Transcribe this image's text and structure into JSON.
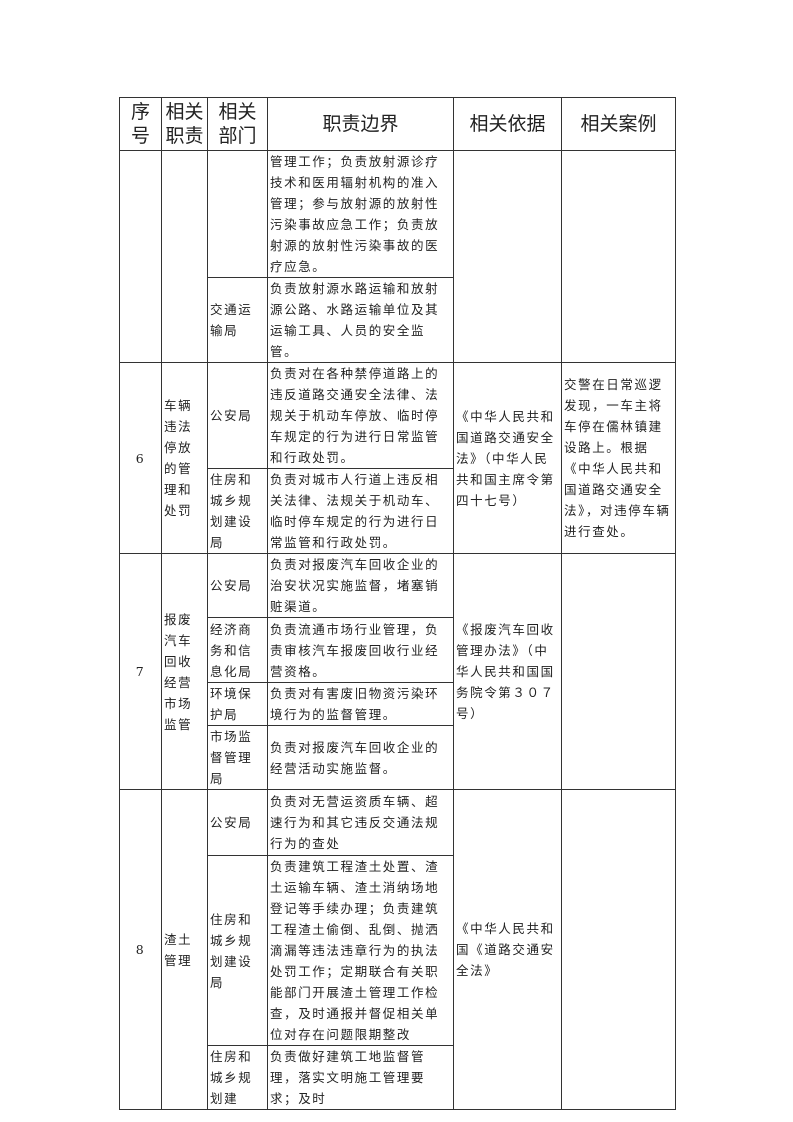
{
  "header": {
    "no": "序号",
    "duty": "相关职责",
    "dept": "相关部门",
    "boundary": "职责边界",
    "basis": "相关依据",
    "case": "相关案例"
  },
  "rows": [
    {
      "no": "",
      "duty": "",
      "basis": "",
      "case": "",
      "subs": [
        {
          "dept": "",
          "boundary": "管理工作；负责放射源诊疗技术和医用辐射机构的准入管理；参与放射源的放射性污染事故应急工作；负责放射源的放射性污染事故的医疗应急。"
        },
        {
          "dept": "交通运输局",
          "boundary": "负责放射源水路运输和放射源公路、水路运输单位及其运输工具、人员的安全监管。"
        }
      ]
    },
    {
      "no": "6",
      "duty": "车辆违法停放的管理和处罚",
      "basis": "《中华人民共和国道路交通安全法》（中华人民共和国主席令第四十七号）",
      "case": "交警在日常巡逻发现，一车主将车停在儒林镇建设路上。根据《中华人民共和国道路交通安全法》，对违停车辆进行查处。",
      "subs": [
        {
          "dept": "公安局",
          "boundary": "负责对在各种禁停道路上的违反道路交通安全法律、法规关于机动车停放、临时停车规定的行为进行日常监管和行政处罚。"
        },
        {
          "dept": "住房和城乡规划建设局",
          "boundary": "负责对城市人行道上违反相关法律、法规关于机动车、临时停车规定的行为进行日常监管和行政处罚。"
        }
      ]
    },
    {
      "no": "7",
      "duty": "报废汽车回收经营市场监管",
      "basis": "《报废汽车回收管理办法》（中华人民共和国国务院令第３０７号）",
      "case": "",
      "subs": [
        {
          "dept": "公安局",
          "boundary": "负责对报废汽车回收企业的治安状况实施监督，堵塞销赃渠道。"
        },
        {
          "dept": "经济商务和信息化局",
          "boundary": "负责流通市场行业管理，负责审核汽车报废回收行业经营资格。"
        },
        {
          "dept": "环境保护局",
          "boundary": "负责对有害废旧物资污染环境行为的监督管理。"
        },
        {
          "dept": "市场监督管理局",
          "boundary": "负责对报废汽车回收企业的经营活动实施监督。"
        }
      ]
    },
    {
      "no": "8",
      "duty": "渣土管理",
      "basis": "《中华人民共和国《道路交通安全法》",
      "case": "",
      "subs": [
        {
          "dept": "公安局",
          "boundary": "负责对无营运资质车辆、超速行为和其它违反交通法规行为的查处"
        },
        {
          "dept": "住房和城乡规划建设局",
          "boundary": "负责建筑工程渣土处置、渣土运输车辆、渣土消纳场地登记等手续办理；负责建筑工程渣土偷倒、乱倒、抛洒滴漏等违法违章行为的执法处罚工作；定期联合有关职能部门开展渣土管理工作检查，及时通报并督促相关单位对存在问题限期整改"
        },
        {
          "dept": "住房和城乡规划建",
          "boundary": "负责做好建筑工地监督管理，落实文明施工管理要求；及时"
        }
      ]
    }
  ]
}
